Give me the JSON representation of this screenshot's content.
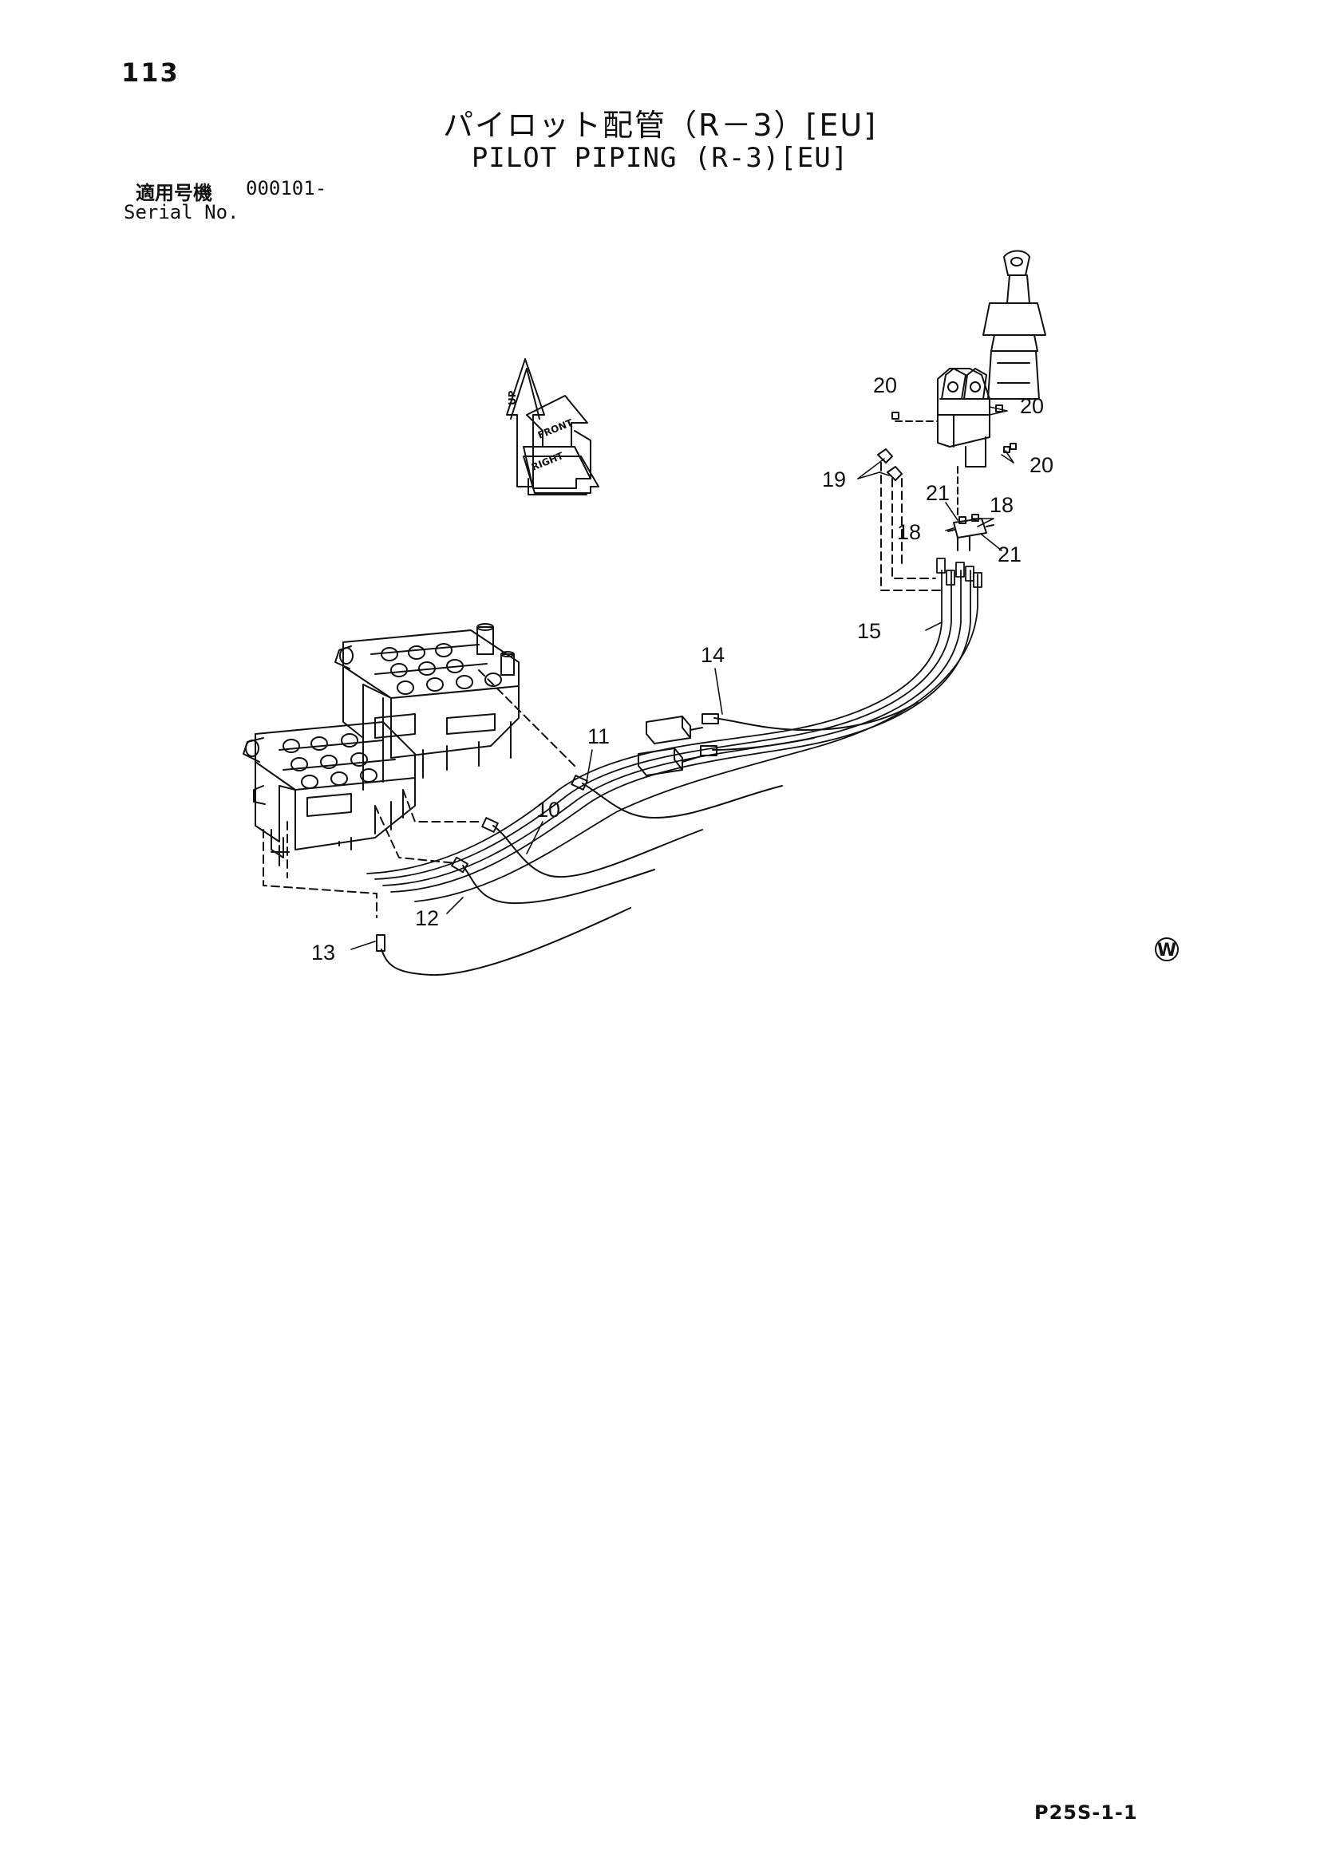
{
  "page_number": "113",
  "title": {
    "japanese": "パイロット配管（R－3）[EU]",
    "english": "PILOT PIPING (R-3)[EU]"
  },
  "applicability": {
    "label_japanese": "適用号機",
    "serial_from": "000101-",
    "label_english": "Serial No."
  },
  "direction_labels": [
    "UP",
    "FRONT",
    "RIGHT"
  ],
  "callouts": {
    "c10": "10",
    "c11": "11",
    "c12": "12",
    "c13": "13",
    "c14": "14",
    "c15": "15",
    "c18a": "18",
    "c18b": "18",
    "c19": "19",
    "c20a": "20",
    "c20b": "20",
    "c20c": "20",
    "c21a": "21",
    "c21b": "21"
  },
  "corner_mark": "W",
  "footer_code": "P25S-1-1"
}
